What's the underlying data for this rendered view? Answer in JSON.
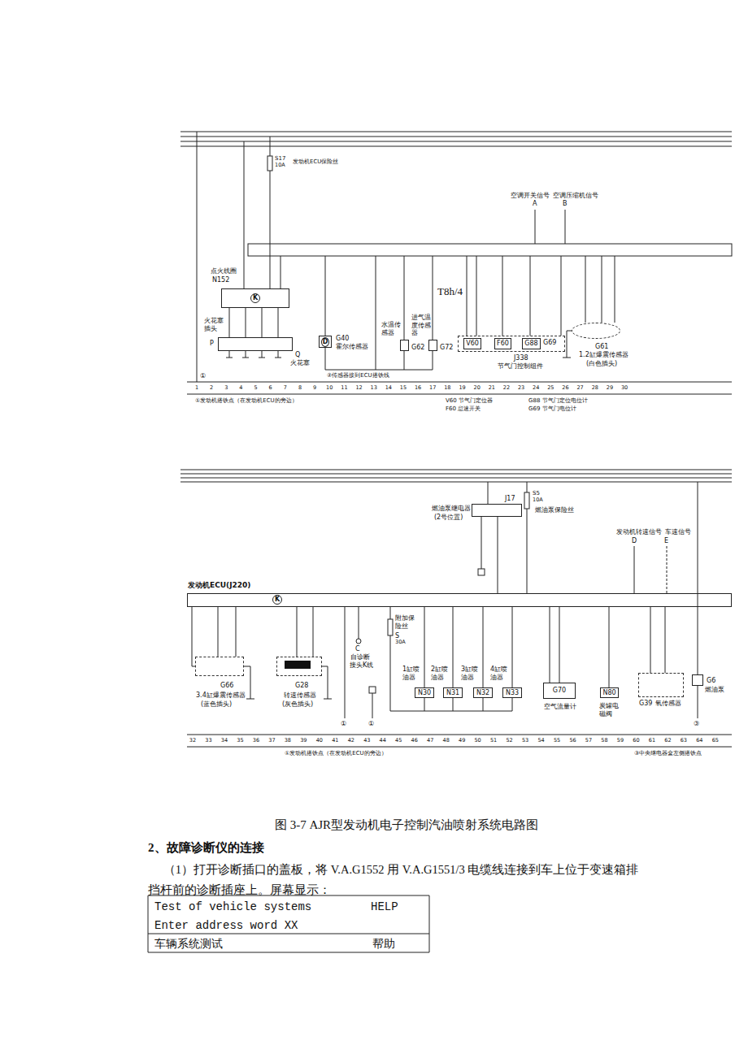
{
  "diagram": {
    "caption": "图 3-7  AJR型发动机电子控制汽油喷射系统电路图",
    "nodes": [
      {
        "text": [
          "点火线圈",
          "N152",
          "K"
        ]
      },
      {
        "text": [
          "火花塞插头",
          "P",
          "Q",
          "火花塞"
        ]
      },
      {
        "text": [
          "D",
          "G40",
          "霍尔传感器"
        ]
      },
      {
        "text": [
          "水温传感器",
          "G62"
        ]
      },
      {
        "text": [
          "进气温度传感器",
          "G72"
        ]
      },
      {
        "text": [
          "G69",
          "J338",
          "节气门控制组件"
        ]
      },
      {
        "text": [
          "V60"
        ],
        "in": 5
      },
      {
        "text": [
          "F60"
        ],
        "in": 5
      },
      {
        "text": [
          "G88"
        ],
        "in": 5
      },
      {
        "text": [
          "G61",
          "1.2缸爆震传感器",
          "(白色插头)"
        ]
      },
      {
        "text": [
          "J17",
          "燃油泵继电器",
          "(2号位置)"
        ]
      },
      {
        "text": [
          "发动机ECU(J220)",
          "K"
        ]
      },
      {
        "text": [
          "G66",
          "3.4缸爆震传感器",
          "(蓝色插头)"
        ]
      },
      {
        "text": [
          "G28",
          "转速传感器",
          "(灰色插头)"
        ]
      },
      {
        "text": [
          "1缸喷油器",
          "N30"
        ]
      },
      {
        "text": [
          "2缸喷油器",
          "N31"
        ]
      },
      {
        "text": [
          "3缸喷油器",
          "N32"
        ]
      },
      {
        "text": [
          "4缸喷油器",
          "N33"
        ]
      },
      {
        "text": [
          "G70",
          "空气流量计"
        ]
      },
      {
        "text": [
          "N80",
          "炭罐电磁阀"
        ]
      },
      {
        "text": [
          "G39",
          "氧传感器"
        ]
      },
      {
        "text": [
          "G6",
          "燃油泵"
        ]
      }
    ],
    "edges": [
      {
        "from": 0,
        "to": 1,
        "arrow": "none"
      },
      {
        "from": 10,
        "to": 11,
        "arrow": "none"
      },
      {
        "from": 12,
        "to": 11,
        "arrow": "none"
      },
      {
        "from": 13,
        "to": 11,
        "arrow": "none"
      },
      {
        "from": 14,
        "to": 11,
        "arrow": "none"
      },
      {
        "from": 15,
        "to": 11,
        "arrow": "none"
      },
      {
        "from": 16,
        "to": 11,
        "arrow": "none"
      },
      {
        "from": 17,
        "to": 11,
        "arrow": "none"
      },
      {
        "from": 18,
        "to": 11,
        "arrow": "none"
      },
      {
        "from": 19,
        "to": 11,
        "arrow": "none"
      },
      {
        "from": 20,
        "to": 11,
        "arrow": "none"
      }
    ],
    "labels": [
      "1",
      "2",
      "3",
      "4",
      "5",
      "6",
      "7",
      "8",
      "9",
      "10",
      "11",
      "12",
      "13",
      "14",
      "15",
      "16",
      "17",
      "18",
      "19",
      "20",
      "21",
      "22",
      "23",
      "24",
      "25",
      "26",
      "27",
      "28",
      "29",
      "30",
      "32",
      "33",
      "34",
      "35",
      "36",
      "37",
      "38",
      "39",
      "40",
      "41",
      "42",
      "43",
      "44",
      "45",
      "46",
      "47",
      "48",
      "49",
      "50",
      "51",
      "52",
      "53",
      "54",
      "55",
      "56",
      "57",
      "58",
      "59",
      "60",
      "61",
      "62",
      "63",
      "64",
      "65",
      "S17",
      "10A",
      "发动机ECU保险丝",
      "空调开关信号",
      "A",
      "空调压缩机信号",
      "B",
      "T8h/4",
      "①",
      "②传感器接到ECU搭铁线",
      "①发动机搭铁点（在发动机ECU的旁边）",
      "V60 节气门定位器",
      "F60 怠速开关",
      "G88 节气门定位电位计",
      "G69 节气门电位计",
      "S5",
      "10A",
      "燃油泵保险丝",
      "发动机转速信号",
      "D",
      "车速信号",
      "E",
      "C",
      "自诊断",
      "接头K线",
      "附加保险丝",
      "S",
      "30A",
      "①",
      "①",
      "③",
      "①发动机搭铁点（在发动机ECU的旁边）",
      "③中央继电器盒左侧搭铁点",
      "2、故障诊断仪的连接",
      "（1）打开诊断插口的盖板，将 V.A.G1552 用 V.A.G1551/3 电缆线连接到车上位于变速箱排挡杆前的诊断插座上。屏幕显示：",
      "Test of vehicle systems",
      "HELP",
      "Enter address word XX",
      "车辆系统测试",
      "帮助"
    ]
  }
}
